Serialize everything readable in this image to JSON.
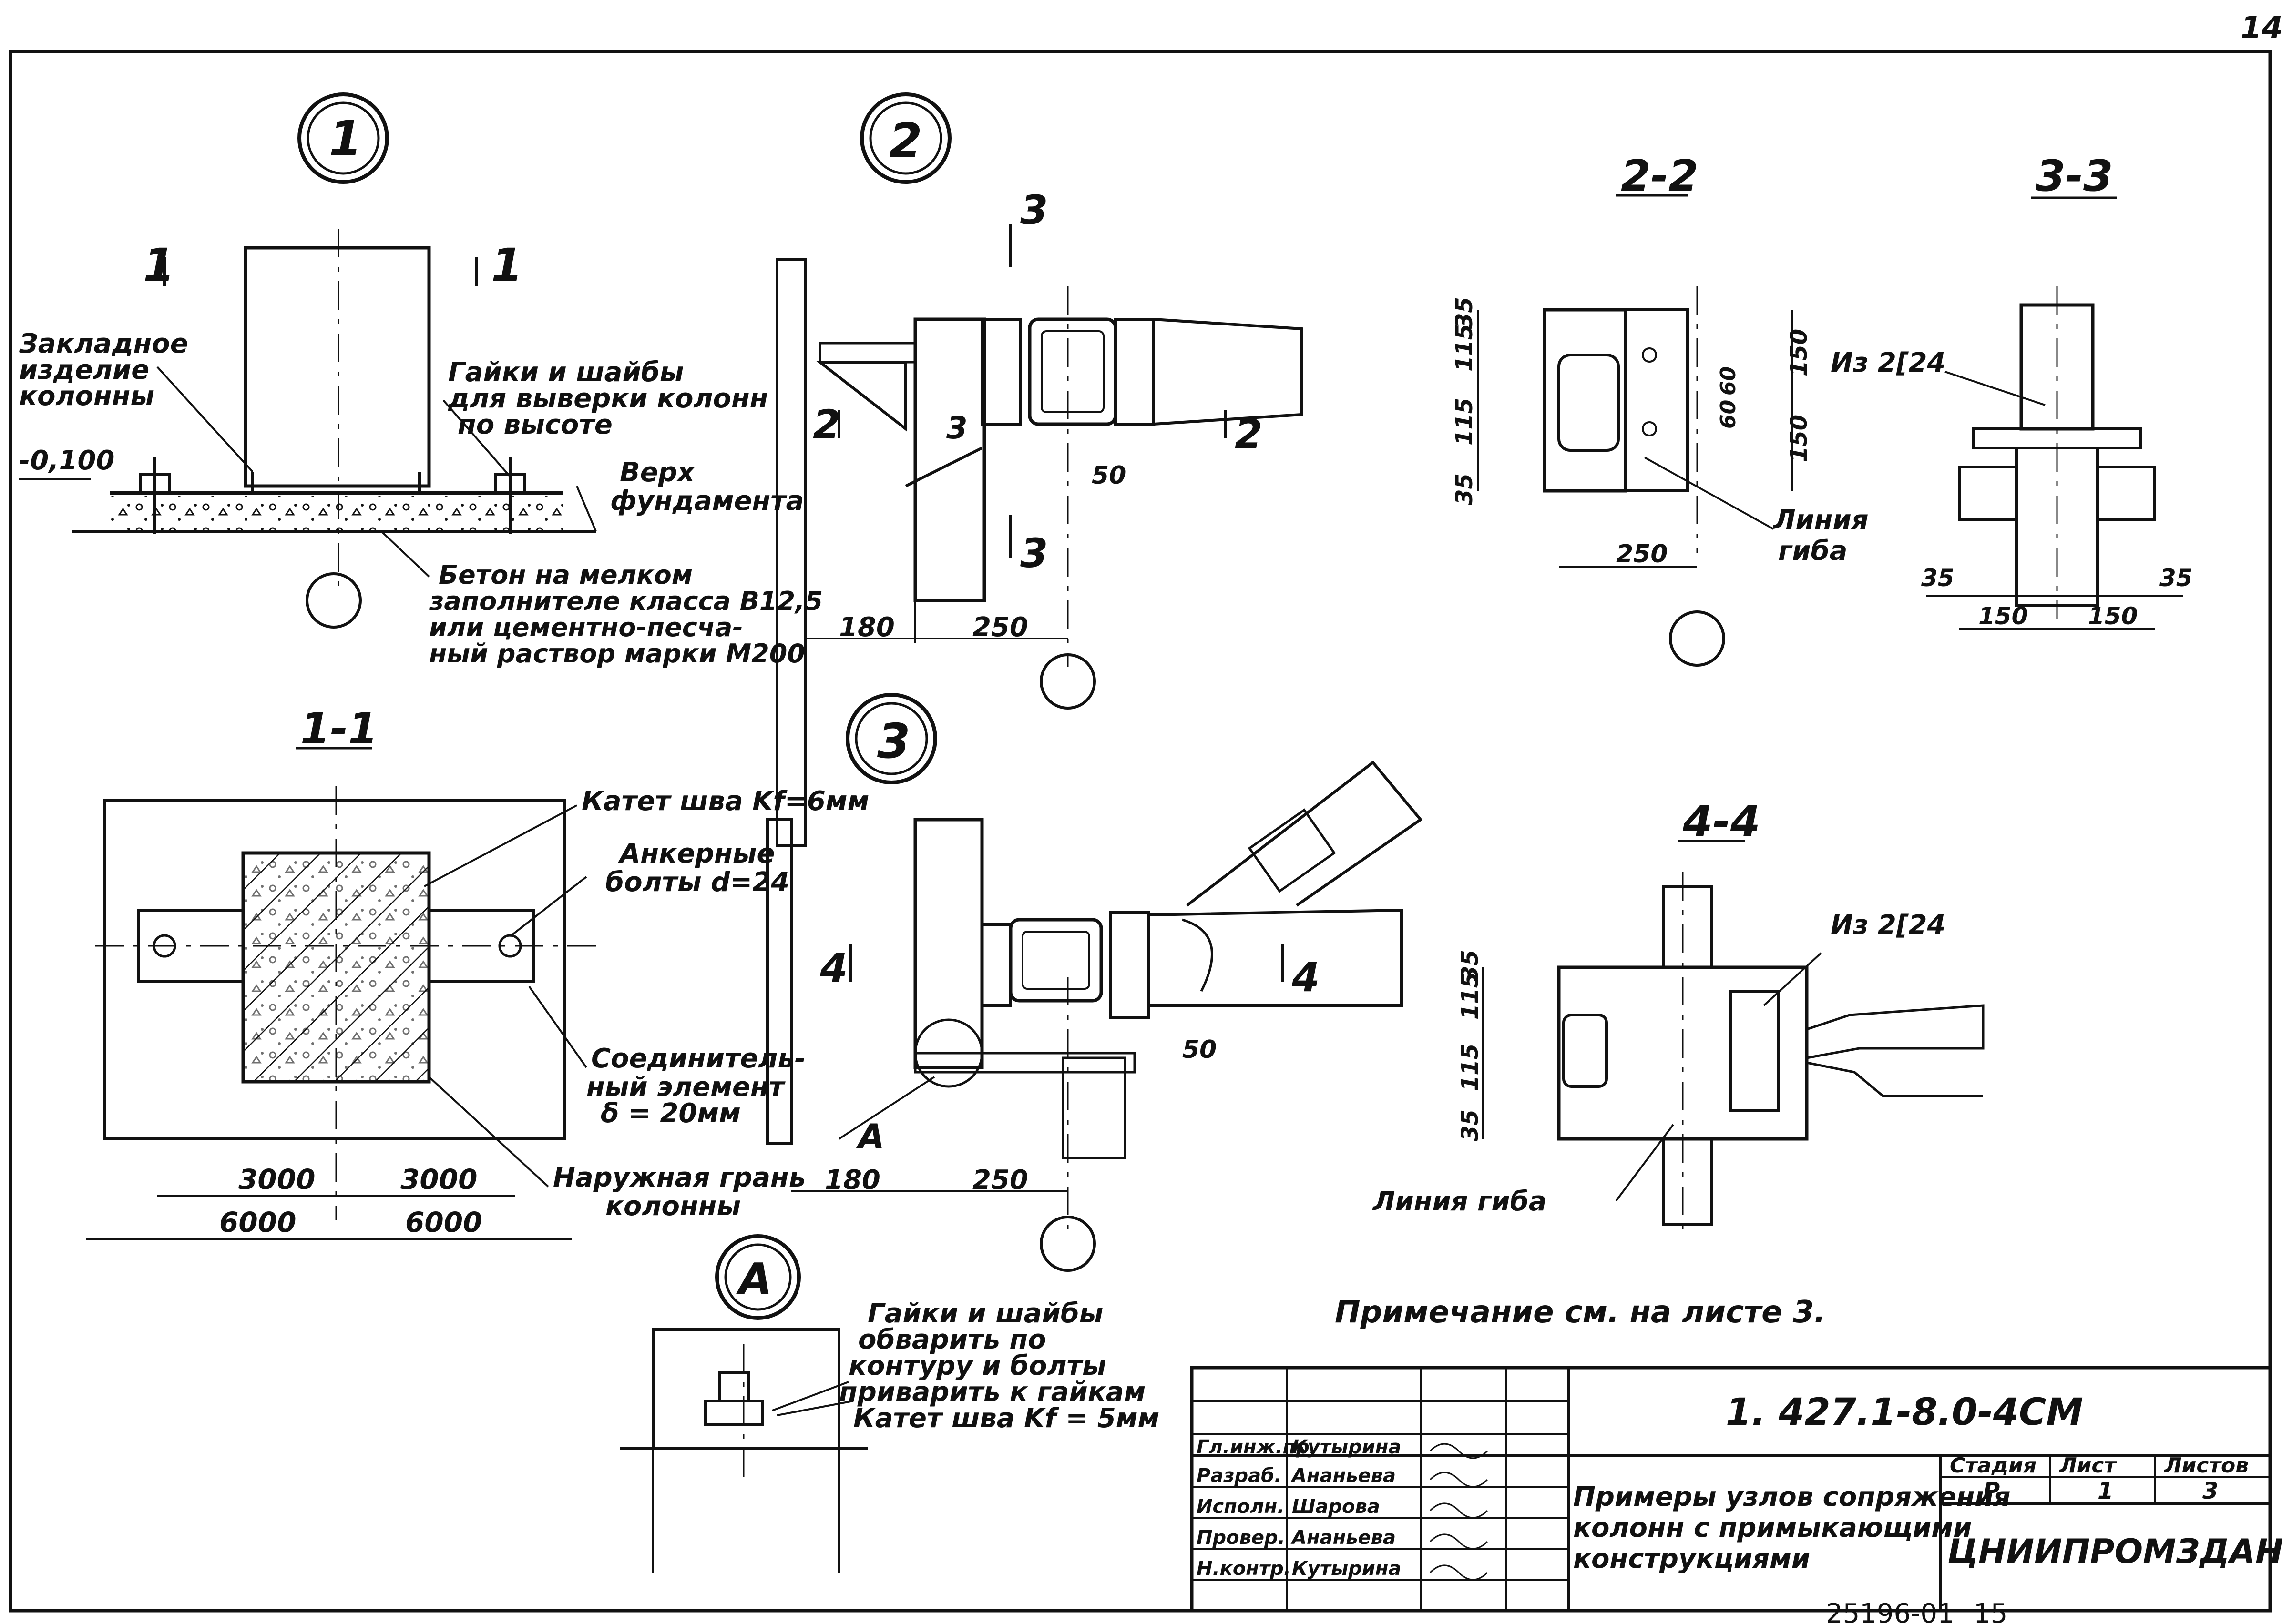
{
  "sheet": {
    "page_number": "14",
    "archive_code": "25196-01",
    "archive_sheet": "15",
    "note": "Примечание см. на листе 3."
  },
  "nodes": {
    "n1": "1",
    "n2": "2",
    "n3": "3",
    "nA": "А"
  },
  "sections": {
    "s11": "1-1",
    "s22": "2-2",
    "s33": "3-3",
    "s44": "4-4",
    "cut1": "1",
    "cut2": "2",
    "cut3": "3",
    "cut4": "4",
    "markA": "А",
    "mark3": "3"
  },
  "labels": {
    "embedded_part": [
      "Закладное",
      "изделие",
      "колонны"
    ],
    "level": "-0,100",
    "nuts_1": [
      "Гайки и шайбы",
      "для выверки колонн",
      "по высоте"
    ],
    "foundation_top": [
      "Верх",
      "фундамента"
    ],
    "concrete": [
      "Бетон на мелком",
      "заполнителе класса В12,5",
      "или цементно-песча-",
      "ный раствор марки М200"
    ],
    "weld_leg_6": "Катет шва Kf=6мм",
    "anchor_bolts": [
      "Анкерные",
      "болты d=24"
    ],
    "connecting_element": [
      "Соединитель-",
      "ный элемент",
      "δ = 20мм"
    ],
    "outer_face": [
      "Наружная грань",
      "колонны"
    ],
    "bend_line_22": [
      "Линия",
      "гиба"
    ],
    "channels_33": "Из 2[24",
    "channels_44": "Из 2[24",
    "bend_line_44": "Линия гиба",
    "nuts_A": [
      "Гайки и шайбы",
      "обварить по",
      "контуру и болты",
      "приварить к гайкам",
      "Катет шва Kf = 5мм"
    ]
  },
  "dims": {
    "d180a": "180",
    "d250a": "250",
    "d50a": "50",
    "d3000a": "3000",
    "d3000b": "3000",
    "d6000a": "6000",
    "d6000b": "6000",
    "d180b": "180",
    "d250b": "250",
    "d50b": "50",
    "s22": [
      "35",
      "115",
      "115",
      "35",
      "150",
      "150",
      "60",
      "60",
      "250"
    ],
    "s33": [
      "35",
      "35",
      "150",
      "150"
    ],
    "s44": [
      "35",
      "115",
      "115",
      "35"
    ]
  },
  "title_block": {
    "doc_code": "1. 427.1-8.0-4СМ",
    "title": [
      "Примеры узлов сопряжения",
      "колонн с примыкающими",
      "конструкциями"
    ],
    "stage_h": "Стадия",
    "sheet_h": "Лист",
    "sheets_h": "Листов",
    "stage": "Р",
    "sheet": "1",
    "sheets": "3",
    "org": "ЦНИИПРОМЗДАНИЙ",
    "roles": [
      "Гл.инж.пр.",
      "Разраб.",
      "Исполн.",
      "Провер.",
      "Н.контр."
    ],
    "names": [
      "Кутырина",
      "Ананьева",
      "Шарова",
      "Ананьева",
      "Кутырина"
    ]
  }
}
